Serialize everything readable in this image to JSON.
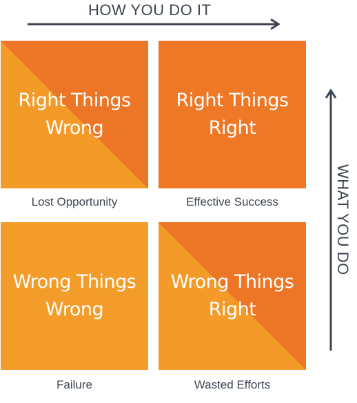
{
  "axes": {
    "horizontal_label": "HOW YOU DO IT",
    "vertical_label": "WHAT YOU DO"
  },
  "quadrants": {
    "top_left": {
      "line1": "Right Things",
      "line2": "Wrong",
      "caption": "Lost Opportunity"
    },
    "top_right": {
      "line1": "Right Things",
      "line2": "Right",
      "caption": "Effective Success"
    },
    "bottom_left": {
      "line1": "Wrong Things",
      "line2": "Wrong",
      "caption": "Failure"
    },
    "bottom_right": {
      "line1": "Wrong Things",
      "line2": "Right",
      "caption": "Wasted Efforts"
    }
  },
  "colors": {
    "orange_dark": "#ec7625",
    "orange_light": "#f39a28",
    "axis_gray": "#3d4551",
    "text_white": "#ffffff"
  }
}
